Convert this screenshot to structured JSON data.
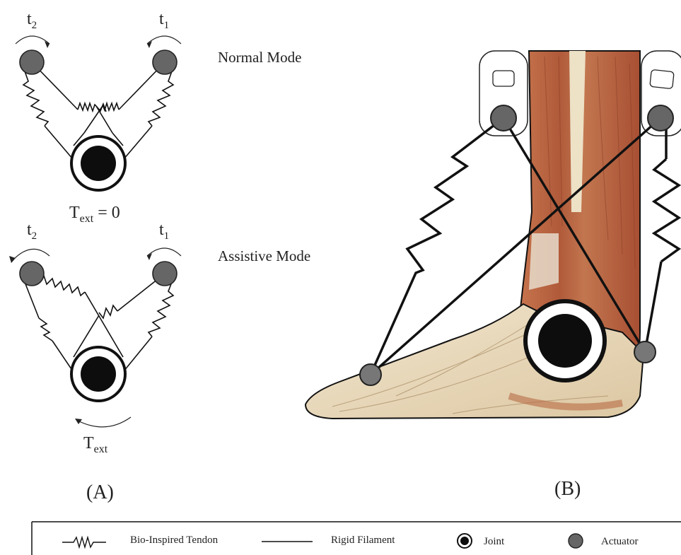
{
  "panel_a": {
    "normal": {
      "t_left": "t",
      "t_left_sub": "2",
      "t_right": "t",
      "t_right_sub": "1",
      "mode_label": "Normal Mode",
      "ext_T": "T",
      "ext_sub": "ext",
      "ext_rest": " = 0"
    },
    "assistive": {
      "t_left": "t",
      "t_left_sub": "2",
      "t_right": "t",
      "t_right_sub": "1",
      "mode_label": "Assistive Mode",
      "ext_T": "T",
      "ext_sub": "ext"
    },
    "caption": "(A)"
  },
  "panel_b": {
    "caption": "(B)"
  },
  "legend": {
    "tendon": "Bio-Inspired Tendon",
    "filament": "Rigid Filament",
    "joint": "Joint",
    "actuator": "Actuator"
  },
  "colors": {
    "actuator": "#666666",
    "joint": "#0d0d0d",
    "line": "#111111",
    "muscle": "#b8613f",
    "bone": "#efe4cc"
  }
}
